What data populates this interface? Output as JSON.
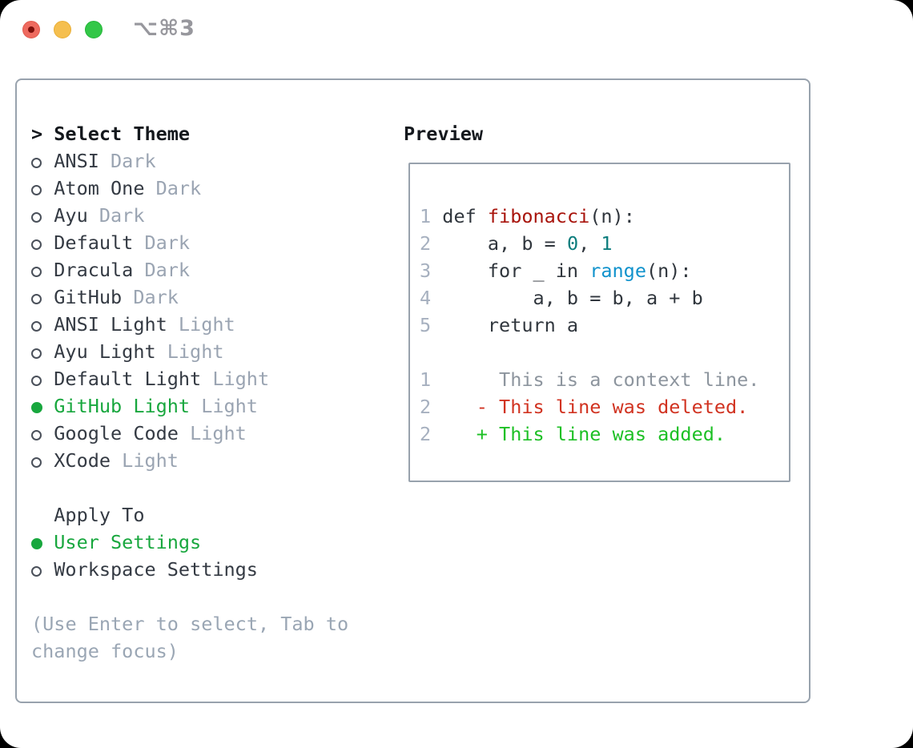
{
  "window": {
    "title": "⌥⌘3"
  },
  "theme_list": {
    "marker": ">",
    "header": "Select Theme",
    "items": [
      {
        "name": "ANSI",
        "variant": "Dark",
        "selected": false
      },
      {
        "name": "Atom One",
        "variant": "Dark",
        "selected": false
      },
      {
        "name": "Ayu",
        "variant": "Dark",
        "selected": false
      },
      {
        "name": "Default",
        "variant": "Dark",
        "selected": false
      },
      {
        "name": "Dracula",
        "variant": "Dark",
        "selected": false
      },
      {
        "name": "GitHub",
        "variant": "Dark",
        "selected": false
      },
      {
        "name": "ANSI Light",
        "variant": "Light",
        "selected": false
      },
      {
        "name": "Ayu Light",
        "variant": "Light",
        "selected": false
      },
      {
        "name": "Default Light",
        "variant": "Light",
        "selected": false
      },
      {
        "name": "GitHub Light",
        "variant": "Light",
        "selected": true
      },
      {
        "name": "Google Code",
        "variant": "Light",
        "selected": false
      },
      {
        "name": "XCode",
        "variant": "Light",
        "selected": false
      }
    ]
  },
  "apply_to": {
    "header": "Apply To",
    "options": [
      {
        "name": "User Settings",
        "selected": true
      },
      {
        "name": "Workspace Settings",
        "selected": false
      }
    ]
  },
  "hint": {
    "line1": "(Use Enter to select, Tab to",
    "line2": "change focus)"
  },
  "preview": {
    "title": "Preview",
    "lines": [
      {
        "num": "1",
        "segments": [
          {
            "t": " def "
          },
          {
            "t": "fibonacci"
          },
          {
            "t": "(n):"
          }
        ]
      },
      {
        "num": "2",
        "segments": [
          {
            "t": "     a, b = "
          },
          {
            "t": "0"
          },
          {
            "t": ", "
          },
          {
            "t": "1"
          }
        ]
      },
      {
        "num": "3",
        "segments": [
          {
            "t": "     for _ in "
          },
          {
            "t": "range"
          },
          {
            "t": "(n):"
          }
        ]
      },
      {
        "num": "4",
        "segments": [
          {
            "t": "         a, b = b, a + b"
          }
        ]
      },
      {
        "num": "5",
        "segments": [
          {
            "t": "     return a"
          }
        ]
      },
      {
        "num": "",
        "segments": [
          {
            "t": ""
          }
        ]
      },
      {
        "num": "1",
        "segments": [
          {
            "t": "      This is a context line."
          }
        ]
      },
      {
        "num": "2",
        "segments": [
          {
            "t": "    - This line was deleted."
          }
        ]
      },
      {
        "num": "2",
        "segments": [
          {
            "t": "    + This line was added."
          }
        ]
      }
    ]
  },
  "colors": {
    "selection_green": "#18a73e",
    "added_green": "#1dc025",
    "deleted_red": "#d13321",
    "function_red": "#a8140c",
    "number_teal": "#0d7d7d",
    "builtin_blue": "#1092cc",
    "muted_gray": "#9aa4b2",
    "border_gray": "#98a2ad",
    "traffic_red": "#ee6a5f",
    "traffic_yellow": "#f5bf4f",
    "traffic_green": "#33c748"
  }
}
